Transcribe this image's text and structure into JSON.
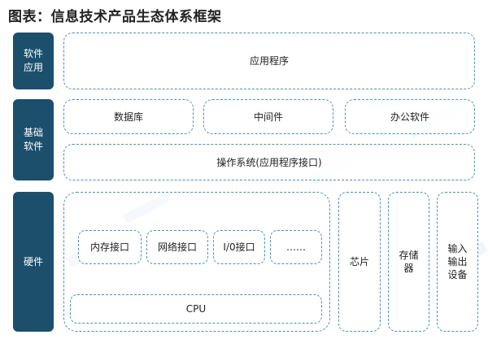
{
  "title": "图表：信息技术产品生态体系框架",
  "categories": {
    "software_app": "软件\n应用",
    "base_software": "基础\n软件",
    "hardware": "硬件"
  },
  "boxes": {
    "application": "应用程序",
    "database": "数据库",
    "middleware": "中间件",
    "office": "办公软件",
    "os": "操作系统(应用程序接口)",
    "memory_interface": "内存接口",
    "network_interface": "网络接口",
    "io_interface": "I/0接口",
    "more": "……",
    "cpu": "CPU",
    "chip": "芯片",
    "storage": "存储\n器",
    "io_device": "输入\n输出\n设备"
  }
}
